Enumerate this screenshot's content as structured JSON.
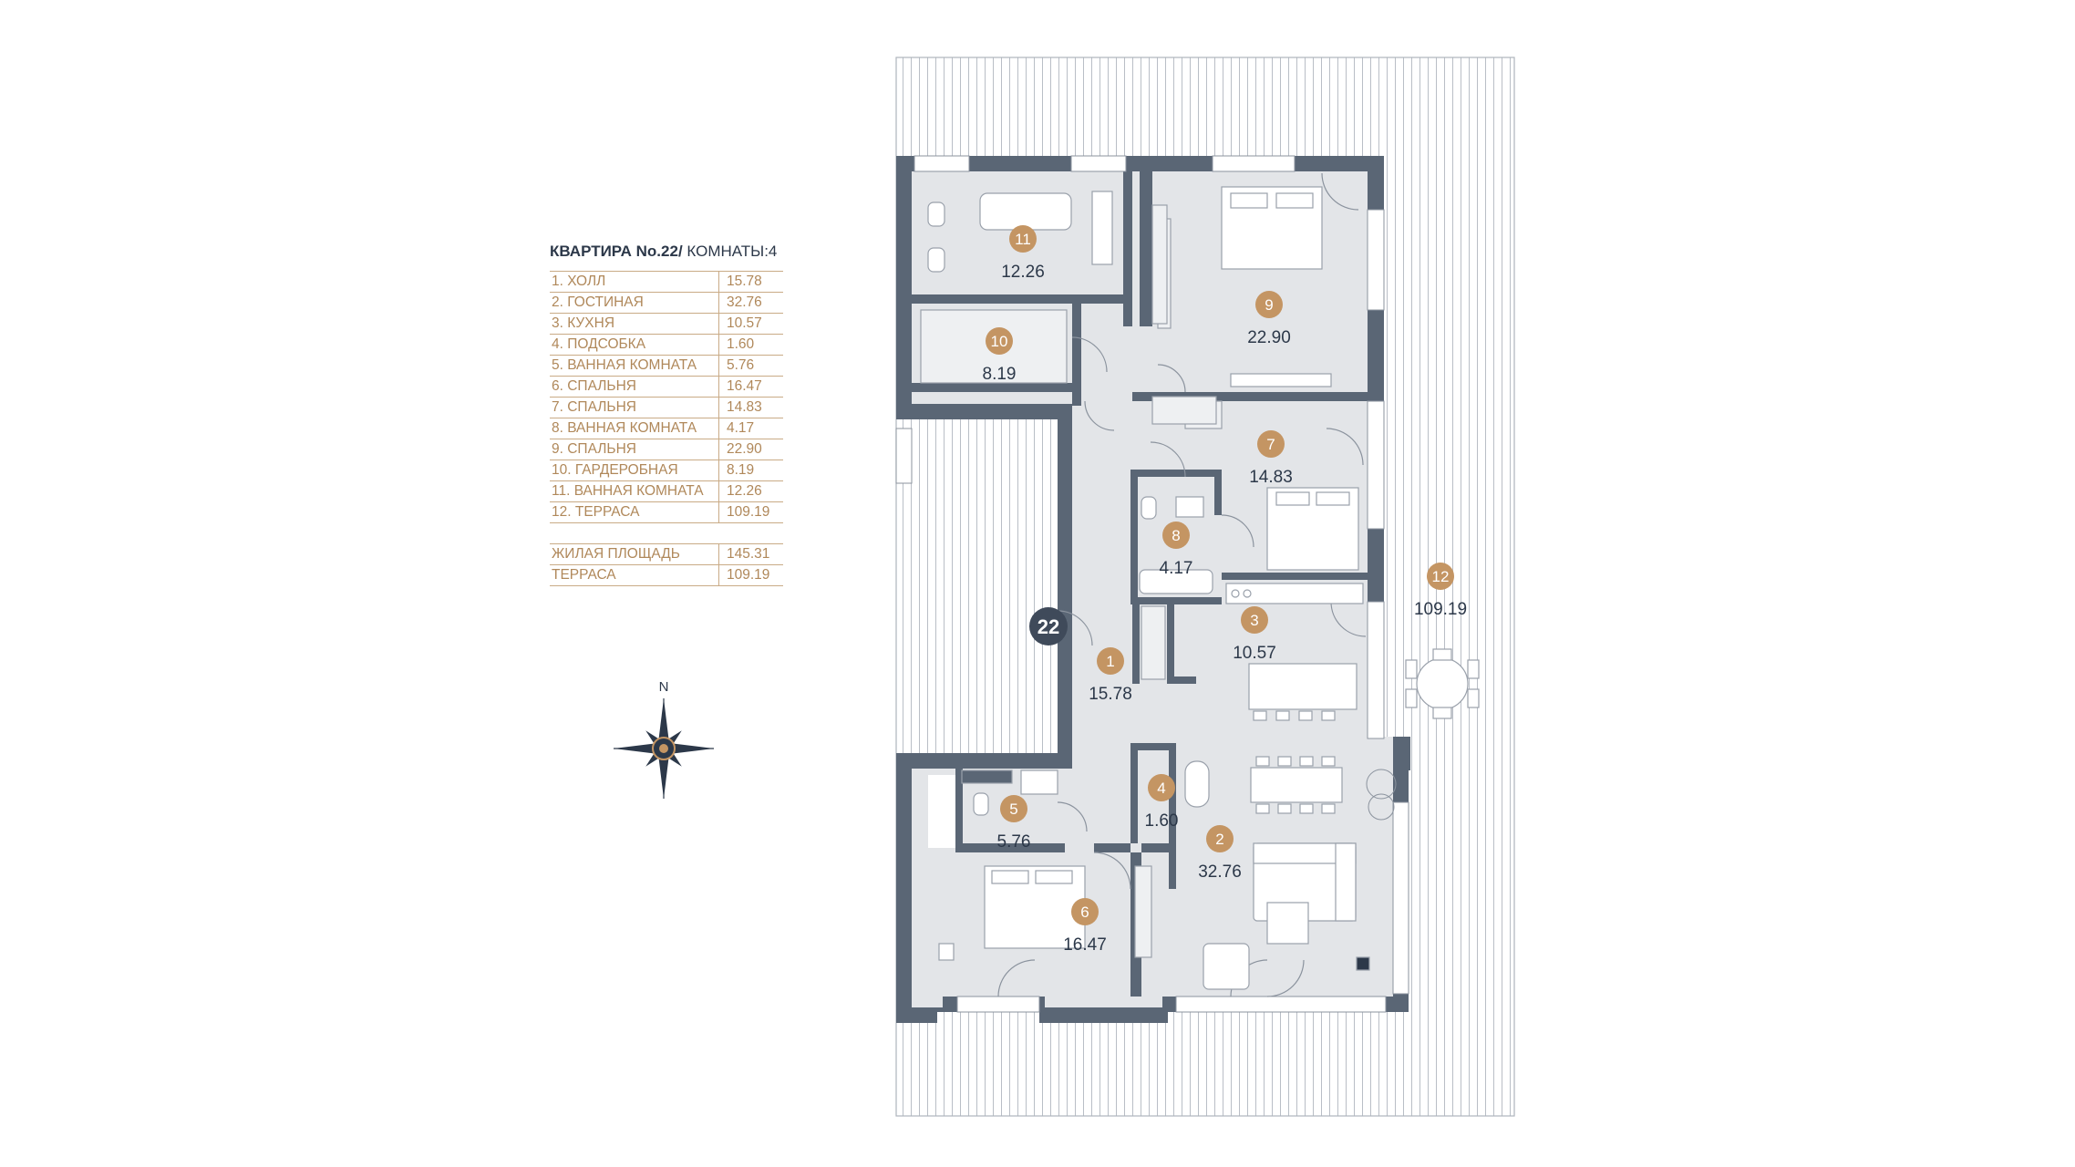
{
  "apartment": {
    "title_bold": "КВАРТИРА No.22/",
    "title_rest": " КОМНАТЫ:4",
    "number": "22"
  },
  "schedule": [
    {
      "label": "1.  ХОЛЛ",
      "area": "15.78"
    },
    {
      "label": "2.  ГОСТИНАЯ",
      "area": "32.76"
    },
    {
      "label": "3.  КУХНЯ",
      "area": "10.57"
    },
    {
      "label": "4.  ПОДСОБКА",
      "area": "1.60"
    },
    {
      "label": "5.  ВАННАЯ КОМНАТА",
      "area": "5.76"
    },
    {
      "label": "6.  СПАЛЬНЯ",
      "area": "16.47"
    },
    {
      "label": "7.  СПАЛЬНЯ",
      "area": "14.83"
    },
    {
      "label": "8.  ВАННАЯ КОМНАТА",
      "area": "4.17"
    },
    {
      "label": "9.  СПАЛЬНЯ",
      "area": "22.90"
    },
    {
      "label": "10. ГАРДЕРОБНАЯ",
      "area": "8.19"
    },
    {
      "label": "11. ВАННАЯ КОМНАТА",
      "area": "12.26"
    },
    {
      "label": "12. ТЕРРАСА",
      "area": "109.19"
    }
  ],
  "totals": [
    {
      "label": "ЖИЛАЯ ПЛОЩАДЬ",
      "area": "145.31"
    },
    {
      "label": "ТЕРРАСА",
      "area": "109.19"
    }
  ],
  "compass": {
    "north_label": "N"
  },
  "rooms": [
    {
      "num": "1",
      "area": "15.78"
    },
    {
      "num": "2",
      "area": "32.76"
    },
    {
      "num": "3",
      "area": "10.57"
    },
    {
      "num": "4",
      "area": "1.60"
    },
    {
      "num": "5",
      "area": "5.76"
    },
    {
      "num": "6",
      "area": "16.47"
    },
    {
      "num": "7",
      "area": "14.83"
    },
    {
      "num": "8",
      "area": "4.17"
    },
    {
      "num": "9",
      "area": "22.90"
    },
    {
      "num": "10",
      "area": "8.19"
    },
    {
      "num": "11",
      "area": "12.26"
    },
    {
      "num": "12",
      "area": "109.19"
    }
  ],
  "colors": {
    "wall": "#5a6675",
    "floor": "#e3e5e8",
    "badge": "#c49563",
    "text": "#2c3849",
    "legend": "#b0885a"
  }
}
